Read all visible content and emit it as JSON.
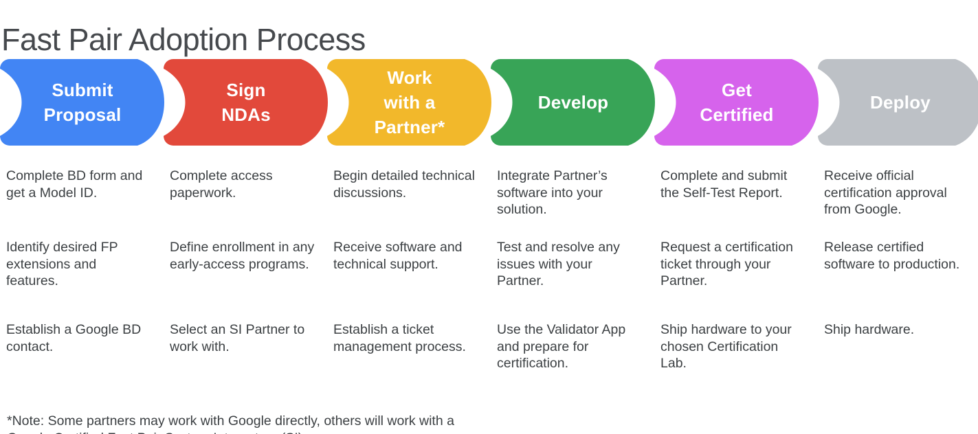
{
  "title": "Fast Pair Adoption Process",
  "steps": [
    {
      "label_lines": [
        "Submit",
        "Proposal"
      ],
      "color": "#4285F4",
      "color_name": "blue",
      "details": [
        "Complete BD form and get a Model ID.",
        "Identify desired FP extensions and features.",
        "Establish a Google BD contact."
      ]
    },
    {
      "label_lines": [
        "Sign",
        "NDAs"
      ],
      "color": "#E2493B",
      "color_name": "red",
      "details": [
        "Complete access paperwork.",
        "Define enrollment in any early-access programs.",
        "Select an SI Partner to work with."
      ]
    },
    {
      "label_lines": [
        "Work",
        "with a",
        "Partner*"
      ],
      "color": "#F2B82B",
      "color_name": "yellow",
      "details": [
        "Begin detailed technical discussions.",
        "Receive software and technical support.",
        "Establish a ticket management process."
      ]
    },
    {
      "label_lines": [
        "Develop"
      ],
      "color": "#38A457",
      "color_name": "green",
      "details": [
        "Integrate Partner’s software into your solution.",
        "Test and resolve any issues with your Partner.",
        "Use the Validator App and prepare for certification."
      ]
    },
    {
      "label_lines": [
        "Get",
        "Certified"
      ],
      "color": "#D663EC",
      "color_name": "magenta",
      "details": [
        "Complete and submit the Self-Test Report.",
        "Request a certification ticket through your Partner.",
        "Ship hardware to your chosen Certification Lab."
      ]
    },
    {
      "label_lines": [
        "Deploy"
      ],
      "color": "#BDC1C6",
      "color_name": "gray",
      "details": [
        "Receive official certification approval from Google.",
        "Release certified software to production.",
        "Ship hardware."
      ]
    }
  ],
  "footnote": "*Note: Some partners may work with Google directly, others will work with a Google Certified Fast Pair System Integrators (SI).",
  "colors": {
    "title_text": "#46494D",
    "body_text": "#3C4043",
    "background": "#FFFFFF",
    "step_label_text": "#FFFFFF"
  }
}
